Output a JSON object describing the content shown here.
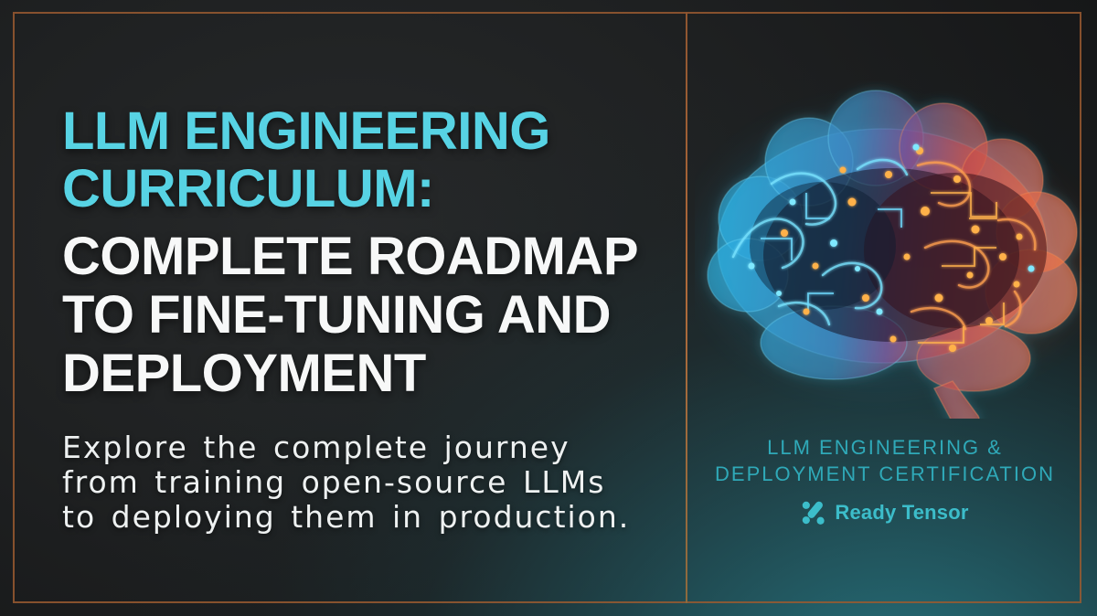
{
  "banner": {
    "left": {
      "heading_accent_lines": [
        "LLM ENGINEERING",
        "CURRICULUM:"
      ],
      "heading_main_lines": [
        "COMPLETE ROADMAP",
        "TO FINE-TUNING AND",
        "DEPLOYMENT"
      ],
      "description_lines": [
        "Explore the complete journey",
        "from training open-source LLMs",
        "to deploying them in production."
      ]
    },
    "right": {
      "illustration": "circuit-brain",
      "certification_lines": [
        "LLM ENGINEERING &",
        "DEPLOYMENT CERTIFICATION"
      ],
      "brand_name": "Ready Tensor"
    },
    "colors": {
      "accent_cyan": "#57d3e4",
      "heading_white": "#f7f8f8",
      "certification_teal": "#2fa9b8",
      "brand_teal": "#3cbdca",
      "frame_copper": "#9a5a30",
      "background_teal_glow": "#1e565f",
      "brain_cyan": "#29b6e6",
      "brain_orange": "#ff7a38"
    }
  }
}
